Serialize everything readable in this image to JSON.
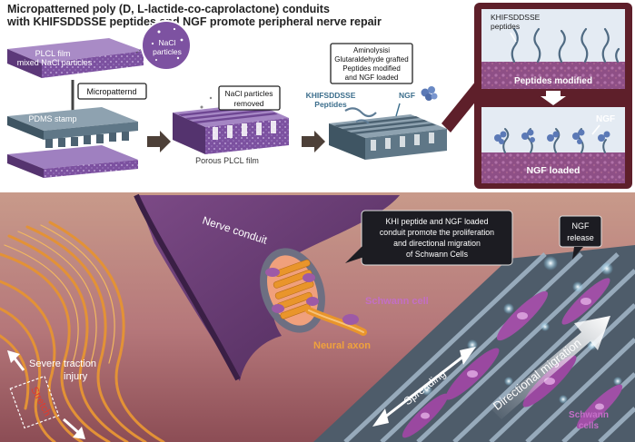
{
  "title": {
    "line1": "Micropatterned poly (D, L-lactide-co-caprolactone) conduits",
    "line2": "with KHIFSDDSSE peptides and NGF promote peripheral nerve repair"
  },
  "fabrication": {
    "plcl_film_line1": "PLCL film",
    "plcl_film_line2": "mixed NaCl particles",
    "nacl_line1": "NaCl",
    "nacl_line2": "particles",
    "micropatterned": "Micropatternd",
    "pdms_stamp": "PDMS stamp",
    "nacl_removed_line1": "NaCl particles",
    "nacl_removed_line2": "removed",
    "porous_film": "Porous PLCL film",
    "grafting_line1": "Aminolysisi",
    "grafting_line2": "Glutaraldehyde grafted",
    "grafting_line3": "Peptides modified",
    "grafting_line4": "and NGF loaded",
    "peptide_label_line1": "KHIFSDDSSE",
    "peptide_label_line2": "Peptides",
    "ngf_label": "NGF"
  },
  "inset": {
    "peptides_line1": "KHIFSDDSSE",
    "peptides_line2": "peptides",
    "peptides_modified": "Peptides modified",
    "ngf": "NGF",
    "ngf_loaded": "NGF loaded"
  },
  "repair": {
    "nerve_conduit": "Nerve conduit",
    "callout_line1": "KHI peptide and NGF loaded",
    "callout_line2": "conduit promote the proliferation",
    "callout_line3": "and directional migration",
    "callout_line4": "of Schwann Cells",
    "ngf_release_line1": "NGF",
    "ngf_release_line2": "release",
    "schwann_cell": "Schwann cell",
    "neural_axon": "Neural axon",
    "severe_line1": "Severe traction",
    "severe_line2": "injury",
    "stretch": "Stretch",
    "spreading": "Spreading",
    "directional_migration": "Directional migration",
    "schwann_cells_line1": "Schwann",
    "schwann_cells_line2": "cells"
  },
  "colors": {
    "film_purple": "#7a4f9e",
    "stamp_blue": "#5f7787",
    "inset_frame": "#5e1f2a",
    "axon_orange": "#e9952b",
    "schwann_magenta": "#a04fa6",
    "label_box": "#1c1c22"
  }
}
